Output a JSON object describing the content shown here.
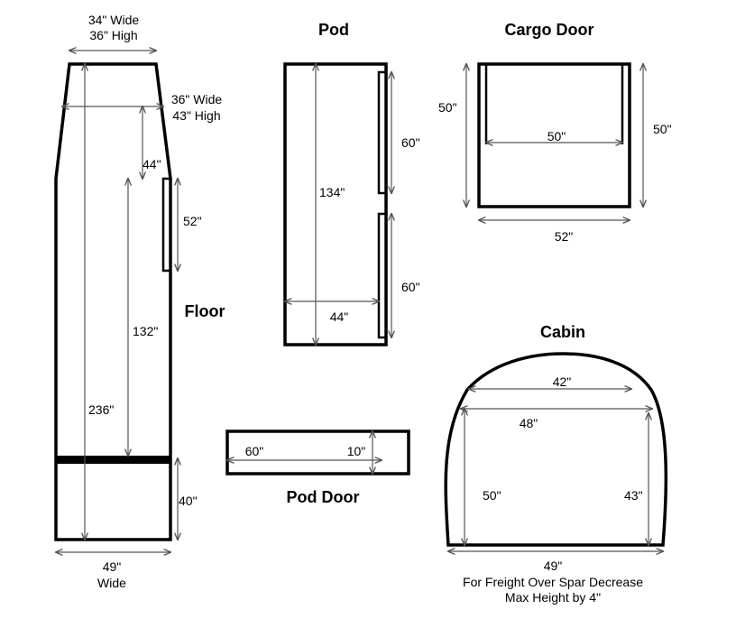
{
  "titles": {
    "pod": "Pod",
    "cargo_door": "Cargo Door",
    "floor": "Floor",
    "cabin": "Cabin",
    "pod_door": "Pod Door"
  },
  "floor": {
    "top_width": "34\" Wide",
    "top_height": "36\" High",
    "mid_width": "36\" Wide",
    "mid_height": "43\" High",
    "taper_length": "44\"",
    "door_cutout": "52\"",
    "length_to_spar": "132\"",
    "total_length": "236\"",
    "aft_section": "40\"",
    "width": "49\"",
    "width_word": "Wide"
  },
  "pod": {
    "length": "134\"",
    "width": "44\"",
    "door_upper": "60\"",
    "door_lower": "60\""
  },
  "cargo_door": {
    "height_left": "50\"",
    "height_right": "50\"",
    "inner_width": "50\"",
    "outer_width": "52\""
  },
  "pod_door": {
    "length": "60\"",
    "width": "10\""
  },
  "cabin": {
    "top_width": "42\"",
    "max_width": "48\"",
    "left_height": "50\"",
    "right_height": "43\"",
    "floor_width": "49\"",
    "note_line1": "For Freight Over Spar Decrease",
    "note_line2": "Max Height by 4\""
  }
}
